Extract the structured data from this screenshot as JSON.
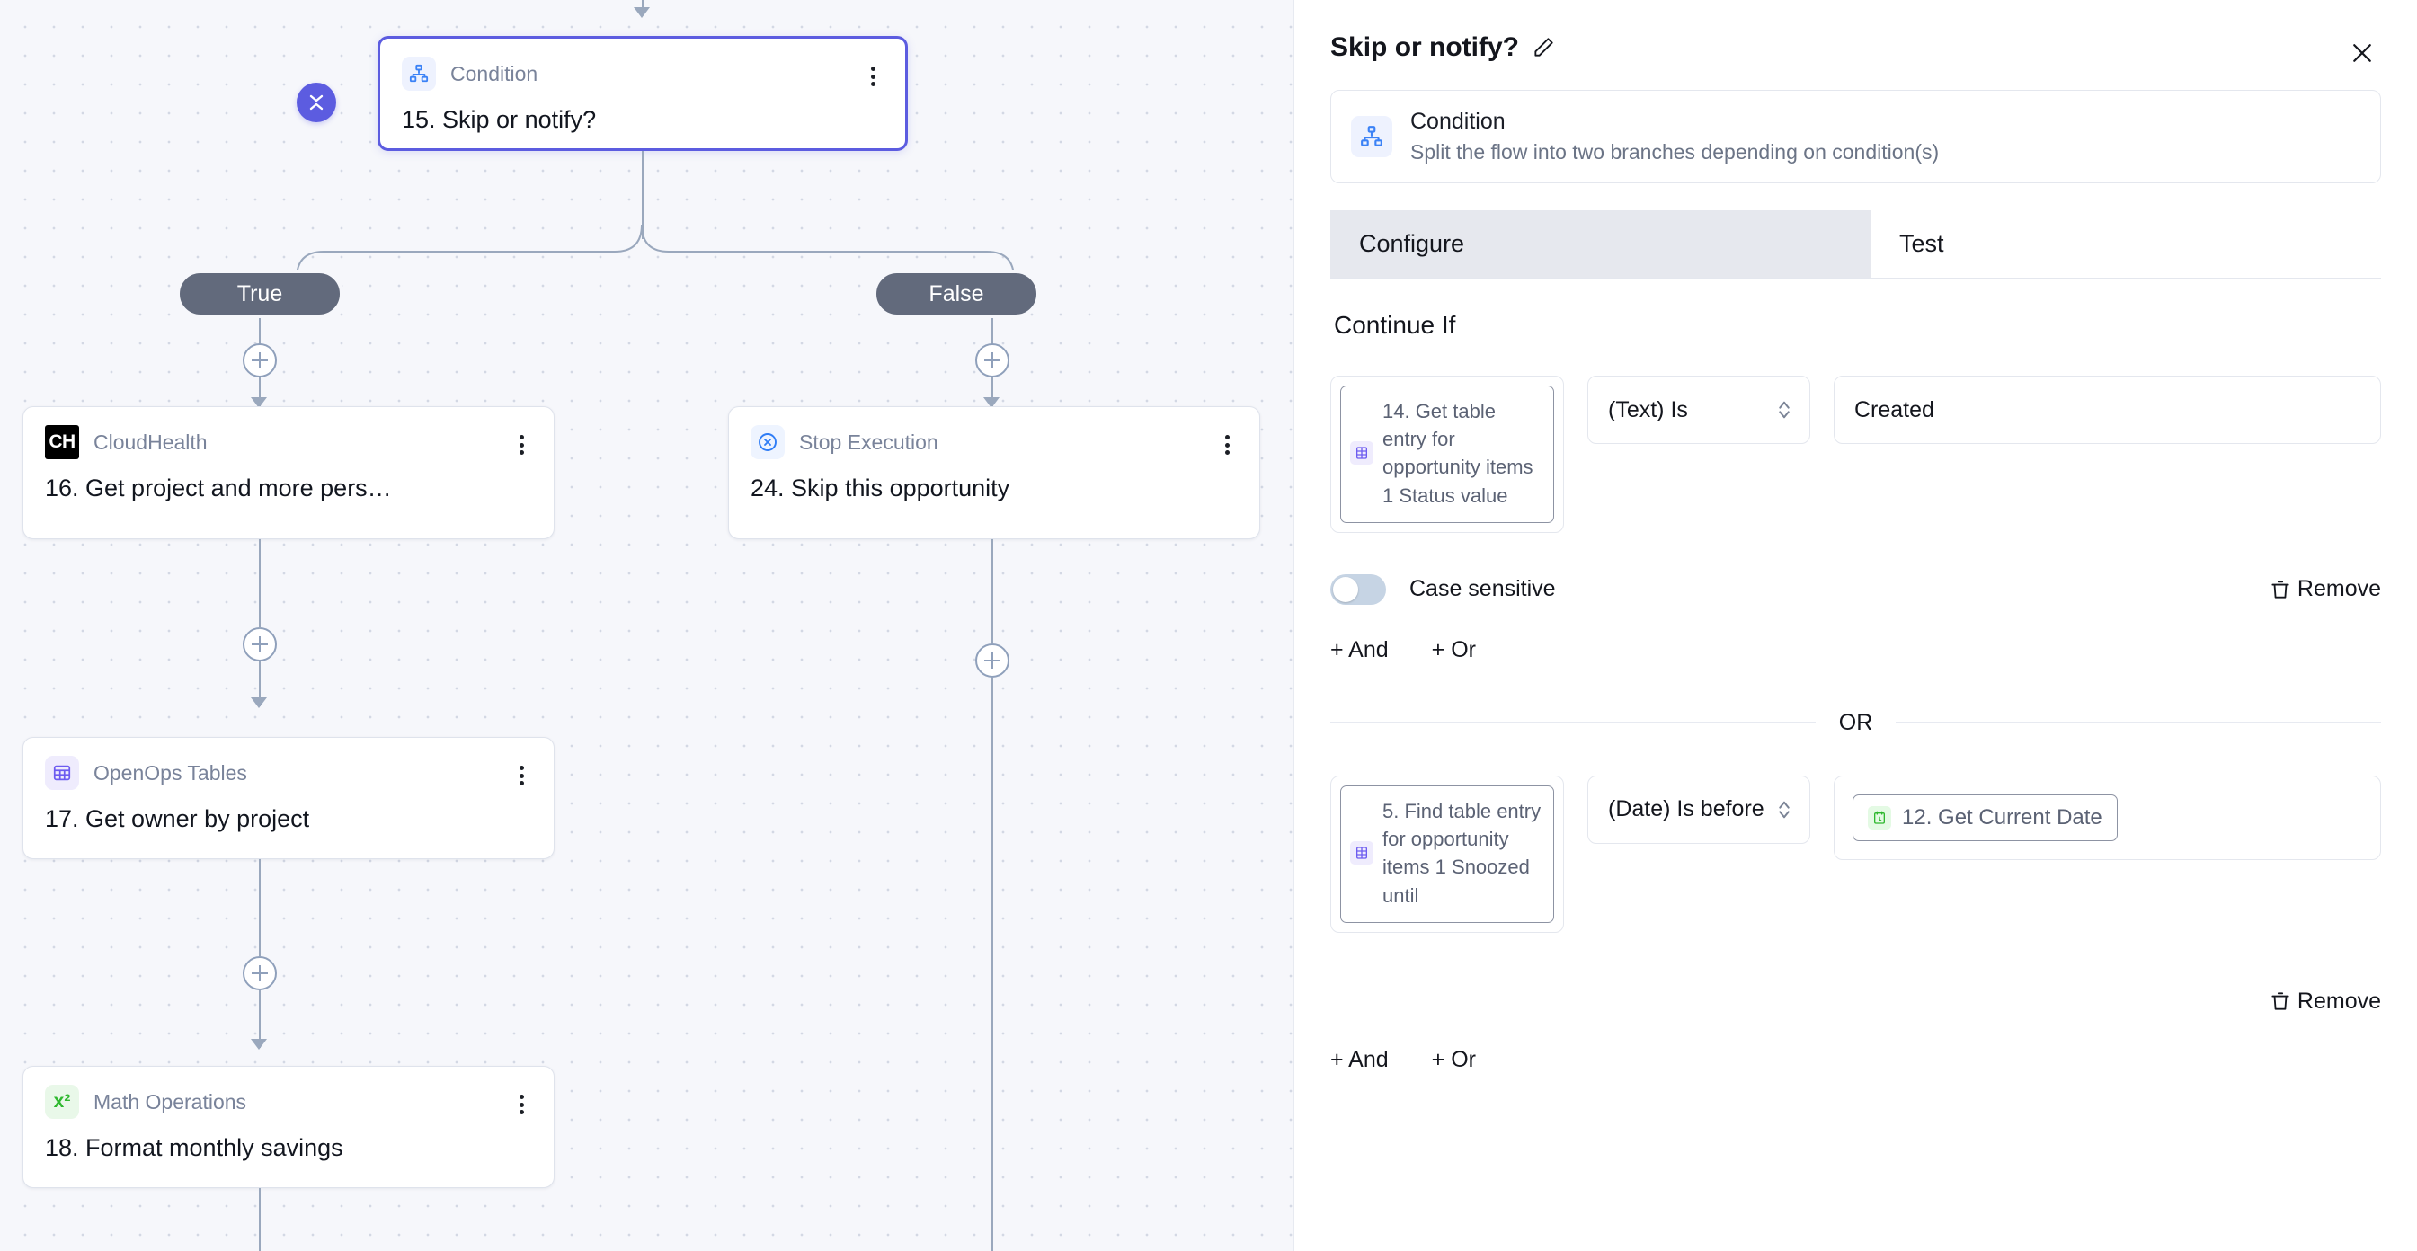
{
  "canvas": {
    "selected_node": {
      "piece": "Condition",
      "title": "15. Skip or notify?",
      "icon": "sitemap-icon"
    },
    "branch_labels": {
      "true": "True",
      "false": "False"
    },
    "nodes": [
      {
        "piece": "CloudHealth",
        "title": "16. Get project and more pers…",
        "icon": "cloudhealth-logo",
        "badge": "CH"
      },
      {
        "piece": "OpenOps Tables",
        "title": "17. Get owner by project",
        "icon": "table-icon"
      },
      {
        "piece": "Math Operations",
        "title": "18. Format monthly savings",
        "icon": "math-icon",
        "badge": "x²"
      },
      {
        "piece": "Stop Execution",
        "title": "24. Skip this opportunity",
        "icon": "circle-x-icon"
      }
    ]
  },
  "panel": {
    "title": "Skip or notify?",
    "edit_icon": "pencil-icon",
    "close_icon": "close-icon",
    "piece_card": {
      "name": "Condition",
      "description": "Split the flow into two branches depending on condition(s)",
      "icon": "sitemap-icon"
    },
    "tabs": [
      {
        "label": "Configure",
        "active": true
      },
      {
        "label": "Test",
        "active": false
      }
    ],
    "section_title": "Continue If",
    "conditions": [
      {
        "source": "14. Get table entry for opportunity items 1 Status value",
        "source_icon": "table-icon",
        "operator": "(Text) Is",
        "value": "Created",
        "value_is_chip": false,
        "case_sensitive": {
          "label": "Case sensitive",
          "enabled": false
        },
        "remove_label": "Remove",
        "add_and": "+ And",
        "add_or": "+ Or"
      },
      {
        "source": "5. Find table entry for opportunity items 1 Snoozed until",
        "source_icon": "table-icon",
        "operator": "(Date) Is before",
        "value": "12. Get Current Date",
        "value_icon": "calendar-clock-icon",
        "value_is_chip": true,
        "remove_label": "Remove",
        "add_and": "+ And",
        "add_or": "+ Or"
      }
    ],
    "or_divider_label": "OR"
  },
  "colors": {
    "accent": "#5c5ce0",
    "canvas_bg": "#f6f7fb",
    "branch_pill": "#626a7c",
    "edge": "#9aa8bd",
    "tab_active_bg": "#e6e8ee"
  }
}
